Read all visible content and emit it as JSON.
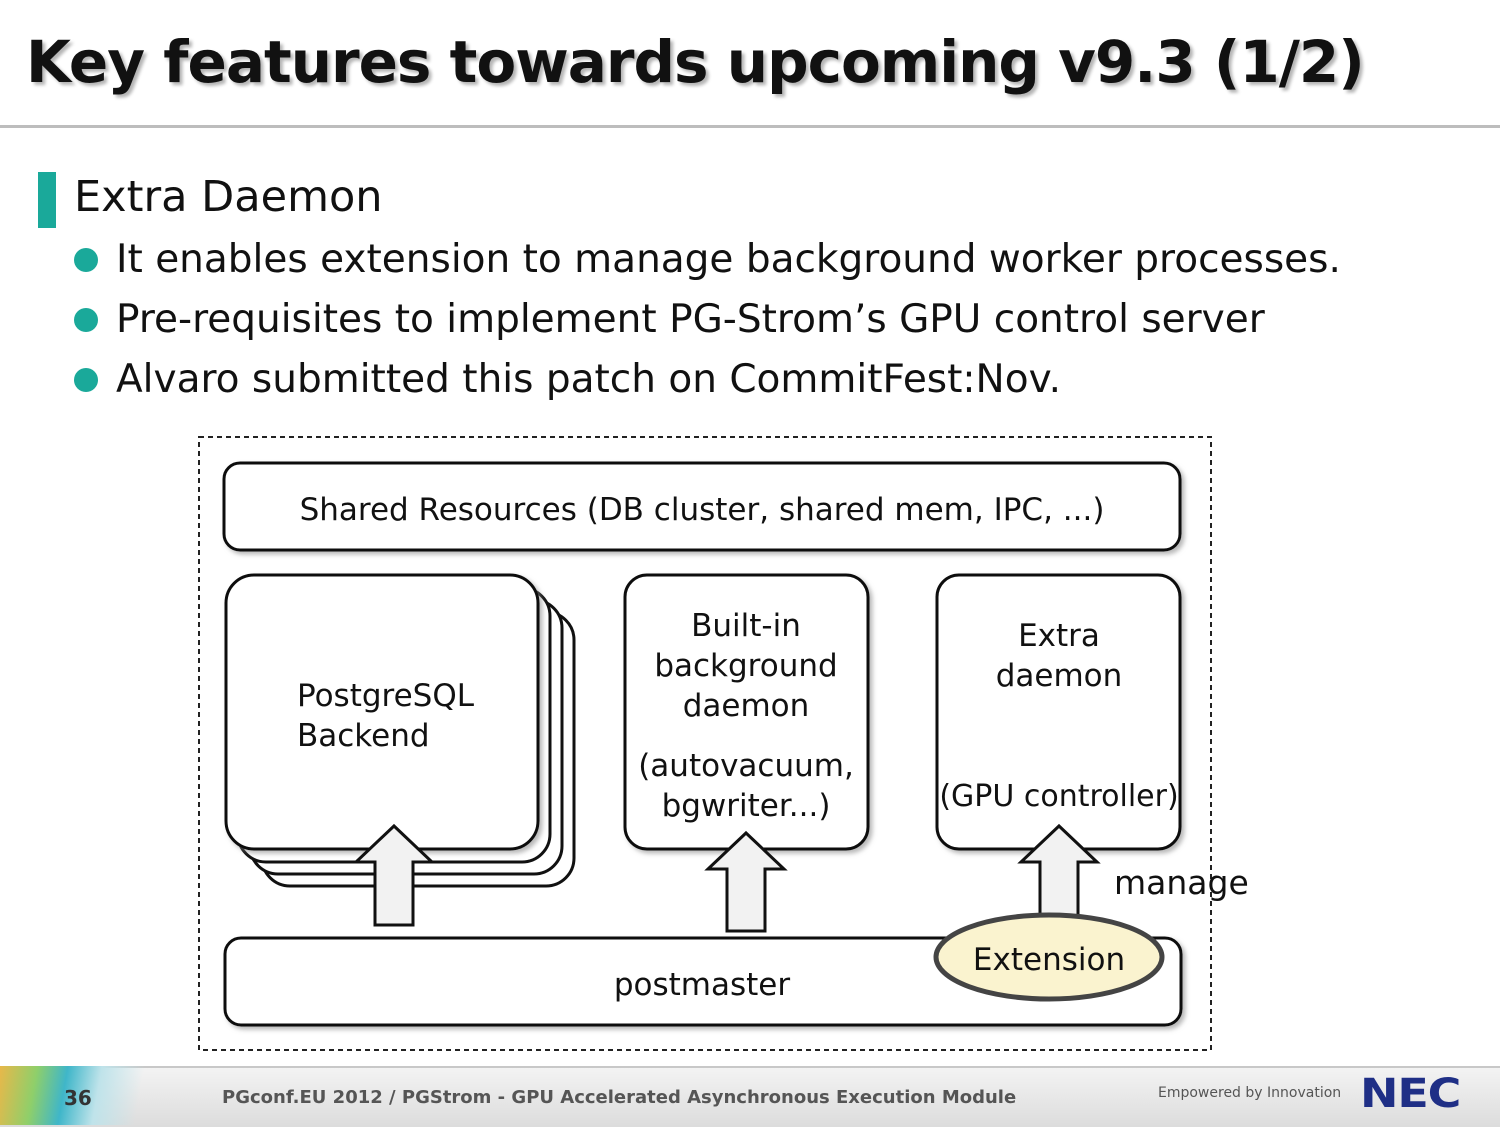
{
  "slide": {
    "title": "Key features towards upcoming v9.3 (1/2)",
    "section_heading": "Extra Daemon",
    "bullets": [
      "It enables extension to manage background worker processes.",
      "Pre-requisites to implement PG-Strom’s GPU control server",
      "Alvaro submitted this patch on CommitFest:Nov."
    ]
  },
  "diagram": {
    "shared_resources": "Shared Resources (DB cluster, shared mem, IPC, ...)",
    "backend": {
      "line1": "PostgreSQL",
      "line2": "Backend"
    },
    "builtin": {
      "line1": "Built-in",
      "line2": "background",
      "line3": "daemon",
      "line4": "(autovacuum,",
      "line5": "bgwriter...)"
    },
    "extra": {
      "line1": "Extra",
      "line2": "daemon",
      "line3": "(GPU controller)"
    },
    "manage_label": "manage",
    "extension_label": "Extension",
    "postmaster_label": "postmaster",
    "colors": {
      "extension_fill": "#faf3cf",
      "arrow_fill": "#f2f2f2"
    }
  },
  "footer": {
    "page_number": "36",
    "text": "PGconf.EU 2012 / PGStrom - GPU Accelerated Asynchronous Execution Module",
    "tagline": "Empowered by Innovation",
    "logo": "NEC"
  },
  "colors": {
    "accent": "#1aa99a",
    "logo": "#1f2f86"
  }
}
